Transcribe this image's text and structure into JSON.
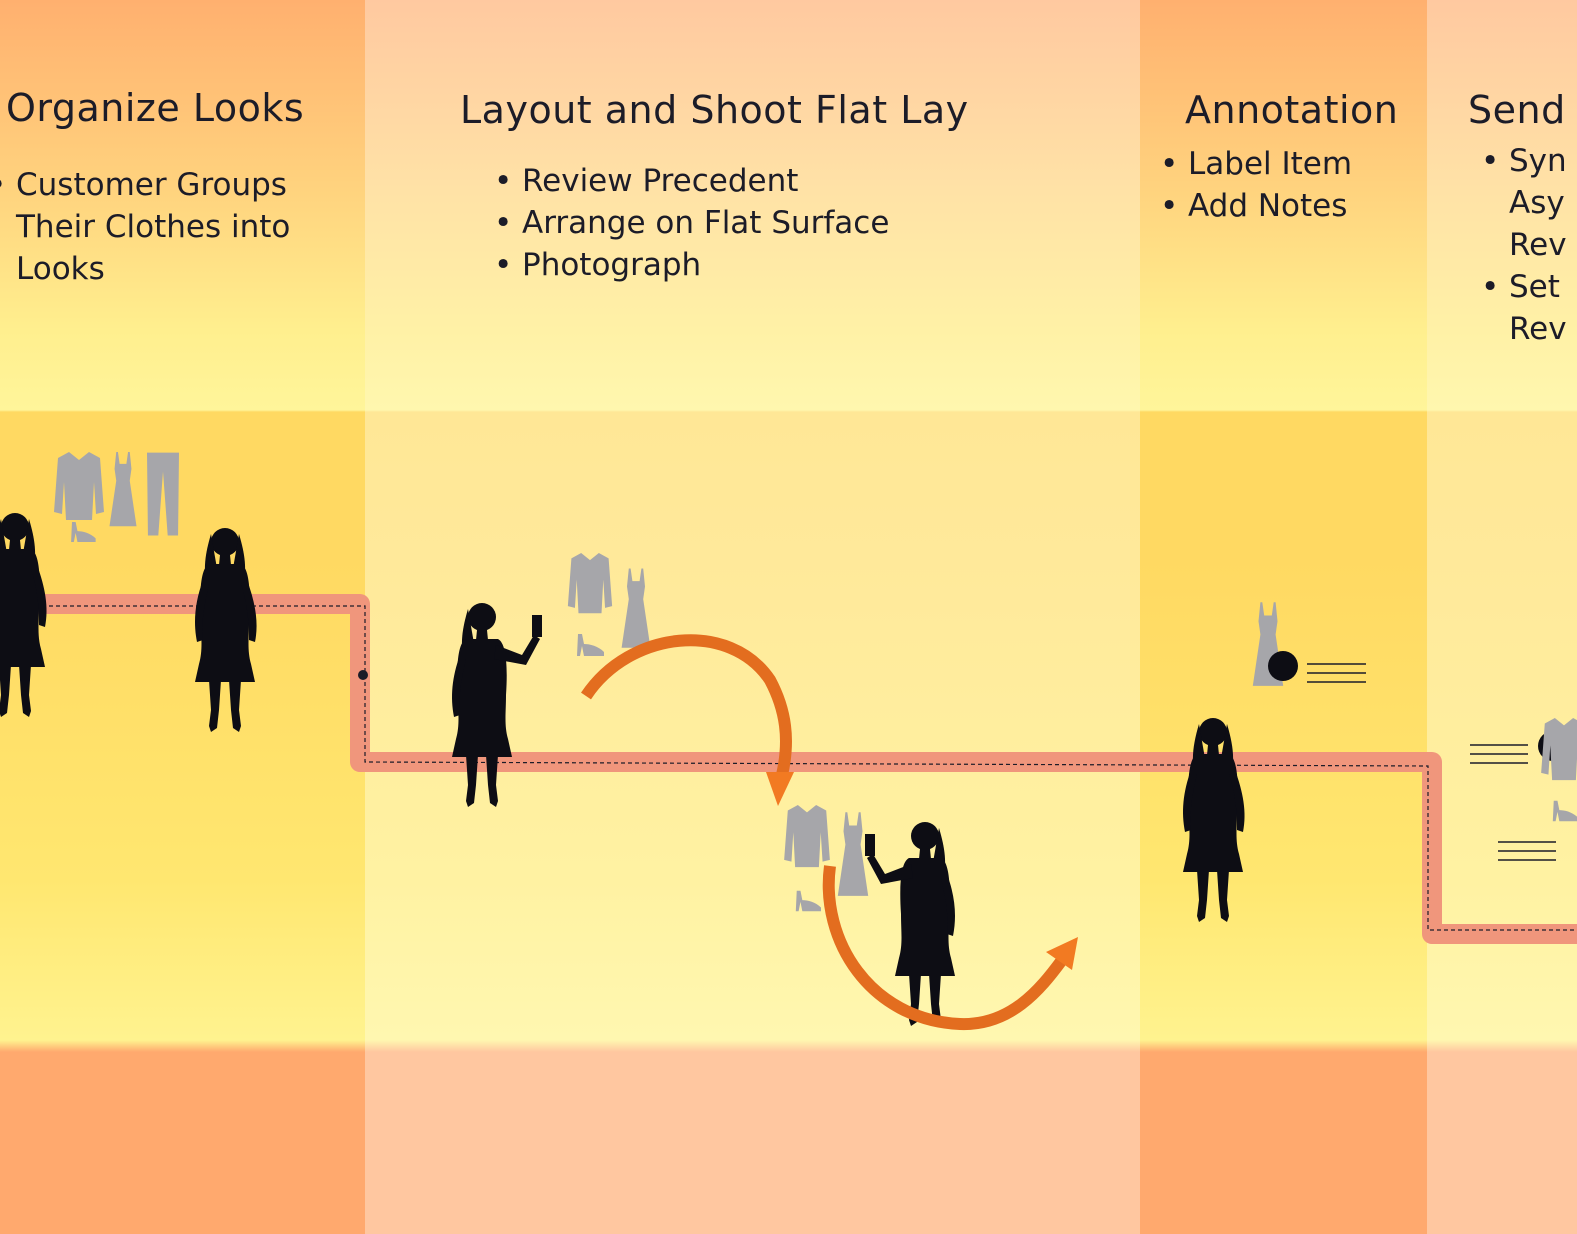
{
  "colors": {
    "column_dark": "#ffa96e",
    "column_light": "#ffc7a0",
    "path": "#f0967c",
    "arrow": "#f27a22",
    "silhouette": "#0d0d14",
    "clothing": "#a6a6aa"
  },
  "phases": [
    {
      "title": "Organize Looks",
      "bullets": [
        "Customer Groups\nTheir Clothes into\nLooks"
      ]
    },
    {
      "title": "Layout and Shoot Flat Lay",
      "bullets": [
        "Review Precedent",
        "Arrange on Flat Surface",
        "Photograph"
      ]
    },
    {
      "title": "Annotation",
      "bullets": [
        "Label Item",
        "Add Notes"
      ]
    },
    {
      "title": "Send",
      "bullets": [
        "Syn\nAsy\nRev",
        "Set\nRev"
      ]
    }
  ],
  "icons": {
    "person": "woman-silhouette-icon",
    "person_photo": "woman-with-phone-icon",
    "jacket": "jacket-icon",
    "dress": "dress-icon",
    "pants": "pants-icon",
    "heel": "high-heel-icon",
    "note": "note-lines-icon",
    "marker": "annotation-dot-icon",
    "cycle": "curved-arrow-icon"
  }
}
